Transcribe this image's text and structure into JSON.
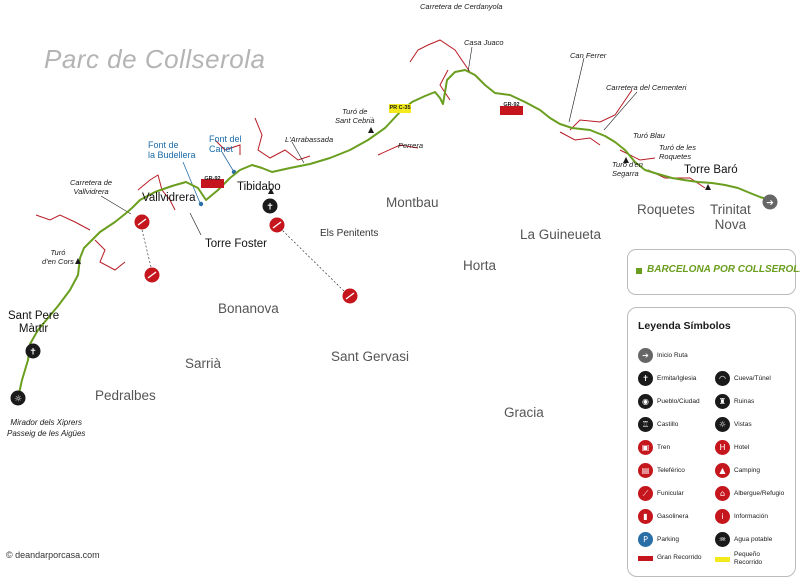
{
  "title": "Parc de Collserola",
  "copyright": "© deandarporcasa.com",
  "route_name": "BARCELONA POR COLLSEROLA",
  "legend_title": "Leyenda Símbolos",
  "legend_items": [
    {
      "label": "Inicio Ruta",
      "icon": "start-arrow-icon",
      "glyph": "➔",
      "style": "g"
    },
    {
      "label": "Ermita/Iglesia",
      "icon": "church-icon",
      "glyph": "✝",
      "style": "k"
    },
    {
      "label": "Cueva/Túnel",
      "icon": "cave-icon",
      "glyph": "◠",
      "style": "k"
    },
    {
      "label": "Pueblo/Ciudad",
      "icon": "town-icon",
      "glyph": "◉",
      "style": "k"
    },
    {
      "label": "Ruinas",
      "icon": "ruins-icon",
      "glyph": "♜",
      "style": "k"
    },
    {
      "label": "Castillo",
      "icon": "castle-icon",
      "glyph": "♖",
      "style": "k"
    },
    {
      "label": "Vistas",
      "icon": "viewpoint-icon",
      "glyph": "☼",
      "style": "k"
    },
    {
      "label": "Tren",
      "icon": "train-icon",
      "glyph": "▣",
      "style": "r"
    },
    {
      "label": "Hotel",
      "icon": "hotel-icon",
      "glyph": "H",
      "style": "r"
    },
    {
      "label": "Teleférico",
      "icon": "cable-car-icon",
      "glyph": "▤",
      "style": "r"
    },
    {
      "label": "Camping",
      "icon": "camping-icon",
      "glyph": "▲",
      "style": "r"
    },
    {
      "label": "Funicular",
      "icon": "funicular-icon",
      "glyph": "⟋",
      "style": "r"
    },
    {
      "label": "Albergue/Refugio",
      "icon": "hostel-icon",
      "glyph": "⌂",
      "style": "r"
    },
    {
      "label": "Gasolinera",
      "icon": "fuel-icon",
      "glyph": "▮",
      "style": "r"
    },
    {
      "label": "Información",
      "icon": "info-icon",
      "glyph": "i",
      "style": "r"
    },
    {
      "label": "Parking",
      "icon": "parking-icon",
      "glyph": "P",
      "style": "b"
    },
    {
      "label": "Agua potable",
      "icon": "water-icon",
      "glyph": "♒",
      "style": "k"
    },
    {
      "label": "Gran Recorrido",
      "icon": "gr-bar",
      "color": "#c4161c"
    },
    {
      "label": "Pequeño\nRecorrido",
      "icon": "pr-bar",
      "color": "#f3ea1e"
    }
  ],
  "colors": {
    "route": "#6a9e1f",
    "roads": "#b81b24",
    "gr": "#c4161c",
    "pr": "#f3ea1e",
    "water": "#2a6ea6"
  },
  "badges": {
    "gr1": "GR-92",
    "gr2": "GR-92",
    "gr3": "GR-92",
    "pr": "PR C-35"
  },
  "places": {
    "sant_pere": "Sant Pere\nMàrtir",
    "vallvidrera": "Vallvidrera",
    "tibidabo": "Tibidabo",
    "torre_baro": "Torre Baró",
    "torre_foster": "Torre Foster",
    "mirador": "Mirador dels Xiprers\nPasseig de les Aigües"
  },
  "districts": {
    "montbau": "Montbau",
    "horta": "Horta",
    "la_guineueta": "La Guineueta",
    "roquetes": "Roquetes",
    "trinitat": "Trinitat\nNova",
    "bonanova": "Bonanova",
    "sarria": "Sarrià",
    "sant_gervasi": "Sant Gervasi",
    "pedralbes": "Pedralbes",
    "gracia": "Gracia",
    "penitents": "Els Penitents"
  },
  "labels": {
    "carretera_cerdanyola": "Carretera de Cerdanyola",
    "casa_juaco": "Casa Juaco",
    "can_ferrer": "Can Ferrer",
    "carretera_cementeri": "Carretera del Cementeri",
    "turo_blau": "Turó Blau",
    "turo_roquetes": "Turó de les\nRoquetes",
    "turo_segarra": "Turó d'en\nSegarra",
    "turo_sant_cebria": "Turó de\nSant Cebrià",
    "perrera": "Perrera",
    "arrabassada": "L'Arrabassada",
    "carretera_vallvidrera": "Carretera de\nVallvidrera",
    "turo_cors": "Turó\nd'en Cors",
    "font_budellera": "Font de\nla Budellera",
    "font_canet": "Font del\nCanet"
  }
}
